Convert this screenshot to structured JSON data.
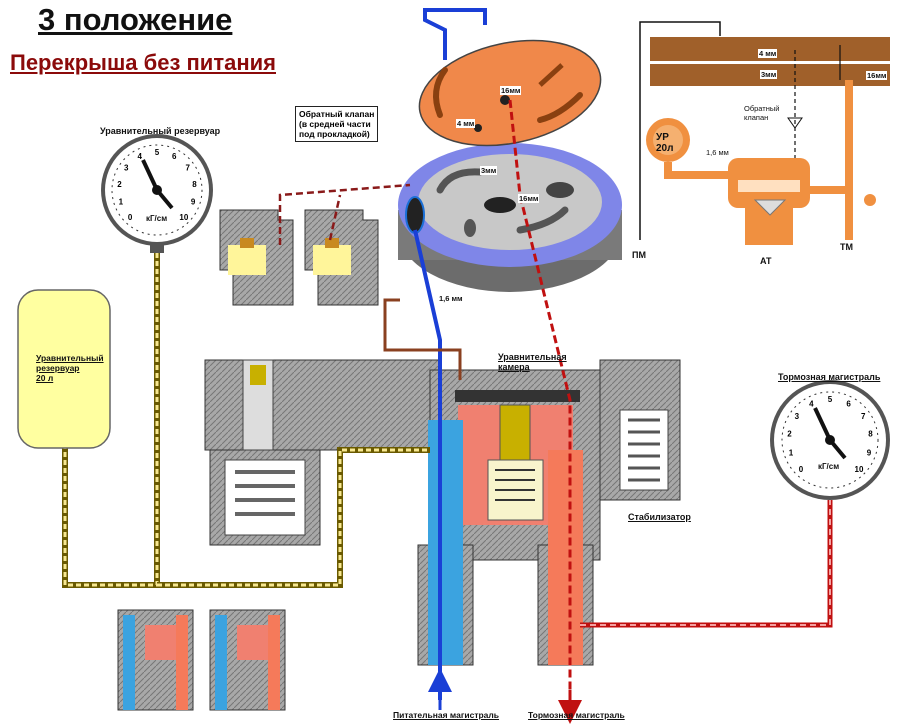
{
  "title": "3 положение",
  "subtitle": "Перекрыша без питания",
  "labels": {
    "eq_reservoir_gauge": "Уравнительный резервуар",
    "check_valve_box": [
      "Обратный клапан",
      "(в средней части",
      "под прокладкой)"
    ],
    "eq_reservoir_tank": [
      "Уравнительный",
      "резервуар",
      "20 л"
    ],
    "eq_chamber": [
      "Уравнительная",
      "камера"
    ],
    "stabilizer": "Стабилизатор",
    "brake_line_gauge": "Тормозная магистраль",
    "feed_line": "Питательная магистраль",
    "brake_line": "Тормозная магистраль",
    "hole_16mm": "16мм",
    "hole_4mm": "4 мм",
    "hole_3mm": "3мм",
    "hole_16mm_b": "16мм",
    "hole_1_6mm": "1,6 мм"
  },
  "gauges": {
    "left_unit": "кГ/см",
    "right_unit": "кГ/см",
    "ticks": [
      "0",
      "1",
      "2",
      "3",
      "4",
      "5",
      "6",
      "7",
      "8",
      "9",
      "10"
    ]
  },
  "schematic": {
    "bar_4mm": "4 мм",
    "bar_3mm": "3мм",
    "bar_16mm": "16мм",
    "check_valve": [
      "Обратный",
      "клапан"
    ],
    "ur": [
      "УР",
      "20л"
    ],
    "orifice": "1,6 мм",
    "pm": "ПМ",
    "at": "АТ",
    "tm": "ТМ"
  },
  "colors": {
    "feed": "#1a6fd6",
    "brake": "#d42a1a",
    "equalizing": "#e8a33a",
    "orange": "#f08a3a",
    "yellow_tank": "#ffffa0",
    "body_gray": "#9a9a9a"
  }
}
